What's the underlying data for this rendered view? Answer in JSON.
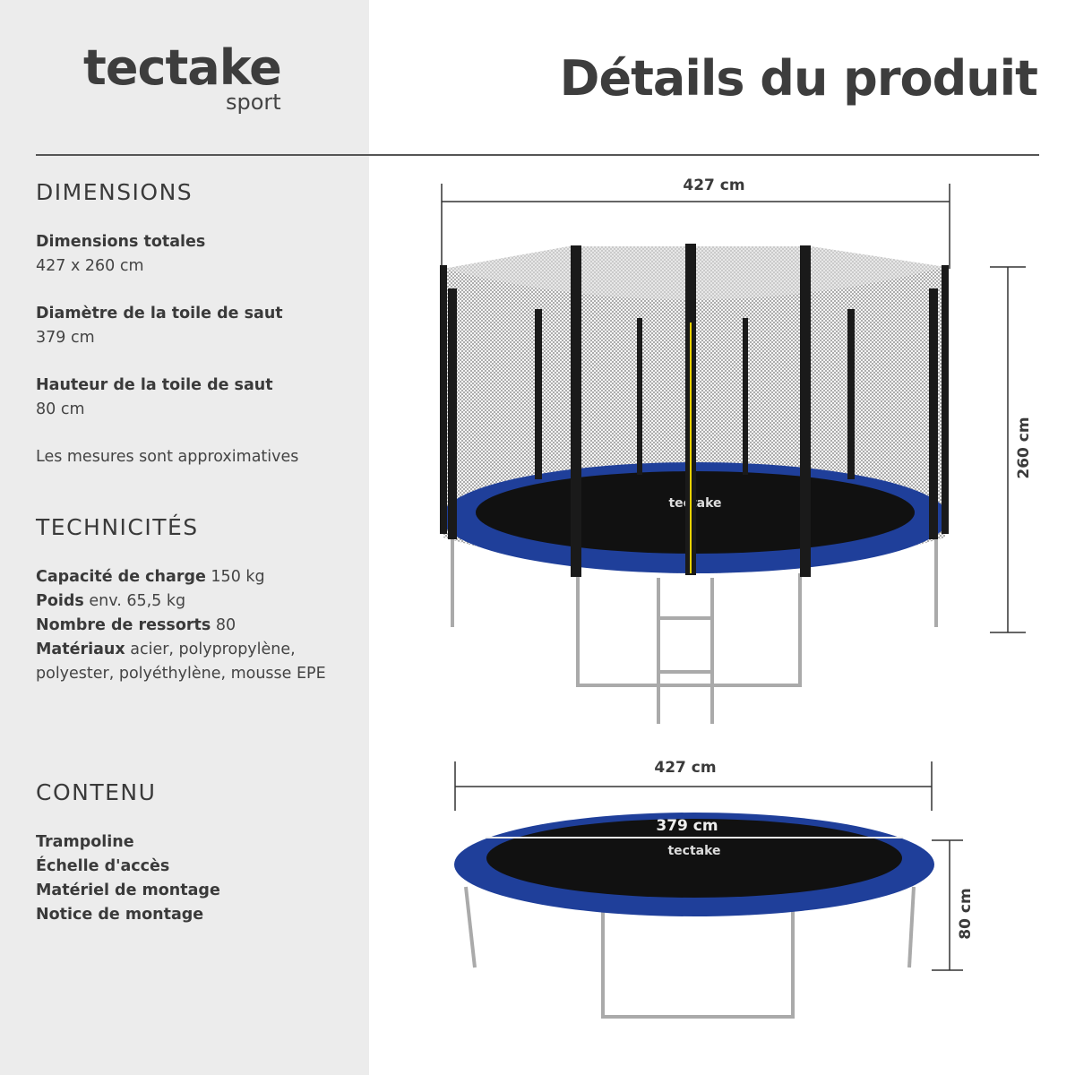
{
  "brand": {
    "name": "tectake",
    "sub": "sport"
  },
  "page_title": "Détails du produit",
  "dimensions": {
    "heading": "DIMENSIONS",
    "items": [
      {
        "label": "Dimensions totales",
        "value": "427 x 260 cm"
      },
      {
        "label": "Diamètre de la toile de saut",
        "value": "379 cm"
      },
      {
        "label": "Hauteur de la toile de saut",
        "value": "80 cm"
      }
    ],
    "note": "Les mesures sont approximatives"
  },
  "technicites": {
    "heading": "TECHNICITÉS",
    "items": [
      {
        "label": "Capacité de charge",
        "value": "150 kg"
      },
      {
        "label": "Poids",
        "value": "env. 65,5 kg"
      },
      {
        "label": "Nombre de ressorts",
        "value": "80"
      },
      {
        "label": "Matériaux",
        "value": "acier, polypropylène, polyester,  polyéthylène, mousse EPE"
      }
    ]
  },
  "contenu": {
    "heading": "CONTENU",
    "items": [
      "Trampoline",
      "Échelle d'accès",
      "Matériel de montage",
      "Notice de montage"
    ]
  },
  "diagram_top": {
    "width_label": "427 cm",
    "height_label": "260 cm",
    "mat_logo": "tectake"
  },
  "diagram_bottom": {
    "width_label": "427 cm",
    "diameter_label": "379 cm",
    "height_label": "80 cm",
    "mat_logo": "tectake"
  },
  "colors": {
    "pad": "#1f3f9a",
    "mat": "#111111",
    "panel": "#ececec"
  }
}
